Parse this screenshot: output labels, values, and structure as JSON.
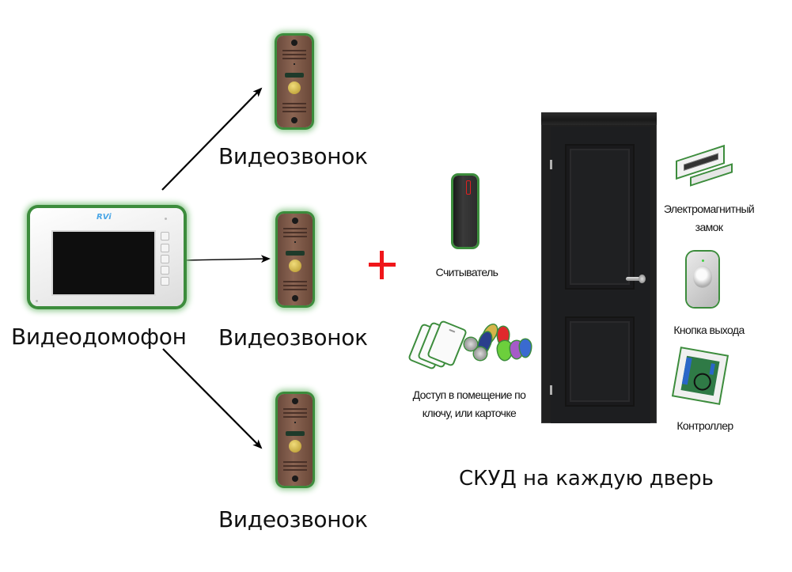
{
  "intercom": {
    "monitor_label": "Видеодомофон",
    "monitor_brand": "RVi",
    "doorbells": [
      {
        "label": "Видеозвонок"
      },
      {
        "label": "Видеозвонок"
      },
      {
        "label": "Видеозвонок"
      }
    ]
  },
  "connector": {
    "symbol": "plus",
    "color": "#f0161a"
  },
  "acs": {
    "title": "СКУД на каждую дверь",
    "reader_label": "Считыватель",
    "credentials_label_line1": "Доступ в помещение по",
    "credentials_label_line2": "ключу, или карточке",
    "maglock_label_line1": "Электромагнитный",
    "maglock_label_line2": "замок",
    "exit_button_label": "Кнопка выхода",
    "controller_label": "Контроллер"
  },
  "colors": {
    "glow_green": "#3c8c3c",
    "arrow": "#000000",
    "door": "#1d1e20",
    "doorbell_bronze": "#7a5646"
  }
}
